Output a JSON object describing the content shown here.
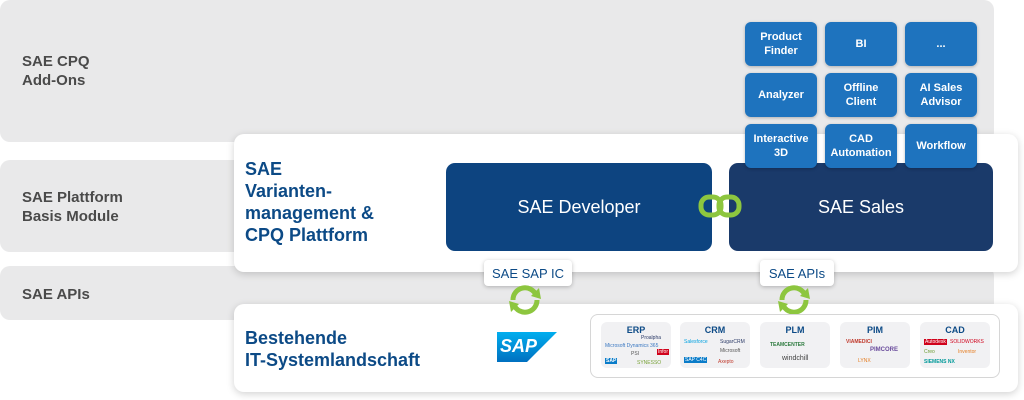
{
  "bands": {
    "addons": "SAE CPQ\nAdd-Ons",
    "platform": "SAE Plattform\nBasis Module",
    "apis": "SAE APIs"
  },
  "platform_title": "SAE\nVarianten-\nmanagement &\nCPQ Plattform",
  "landscape_title": "Bestehende\nIT-Systemlandschaft",
  "developer": "SAE Developer",
  "sales": "SAE Sales",
  "addons": [
    "Product\nFinder",
    "BI",
    "...",
    "Analyzer",
    "Offline\nClient",
    "AI Sales\nAdvisor",
    "Interactive\n3D",
    "CAD\nAutomation",
    "Workflow"
  ],
  "api_sap": "SAE SAP IC",
  "api_rest": "SAE APIs",
  "sap_logo": "SAP",
  "systems": [
    {
      "title": "ERP",
      "logos": [
        "Proalpha",
        "Microsoft Dynamics 365",
        "PSI",
        "Infor",
        "SAP",
        "SYNESSO"
      ]
    },
    {
      "title": "CRM",
      "logos": [
        "Salesforce",
        "SugarCRM",
        "Microsoft",
        "SAP C4C",
        "Axepto"
      ]
    },
    {
      "title": "PLM",
      "logos": [
        "TEAMCENTER",
        "windchill"
      ]
    },
    {
      "title": "PIM",
      "logos": [
        "VIAMEDICI",
        "PIMCORE",
        "LYNX"
      ]
    },
    {
      "title": "CAD",
      "logos": [
        "Autodesk",
        "SOLIDWORKS",
        "Creo",
        "Inventor",
        "SIEMENS NX"
      ]
    }
  ],
  "colors": {
    "accent_blue": "#1e73be",
    "developer": "#0d4480",
    "sales": "#1a3a6a",
    "lime": "#8dc63f"
  }
}
